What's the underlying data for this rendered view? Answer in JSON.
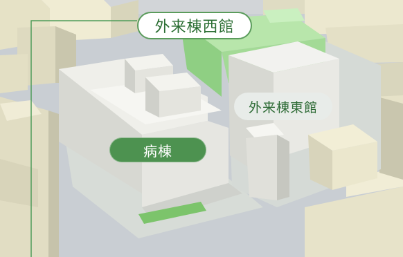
{
  "labels": {
    "west_outpatient": "外来棟西館",
    "east_outpatient": "外来棟東館",
    "ward": "病棟"
  },
  "colors": {
    "accent_green": "#4d9250",
    "label_text_green": "#2b6e33",
    "road": "#c9ced3",
    "block": "#dcdcc6",
    "building": "#e9e9e3",
    "highlight_building": "#a7dc9a",
    "lawn": "#7cc46b",
    "leader_line": "#4f9b5a"
  },
  "icons": [
    "pointer-icon"
  ]
}
